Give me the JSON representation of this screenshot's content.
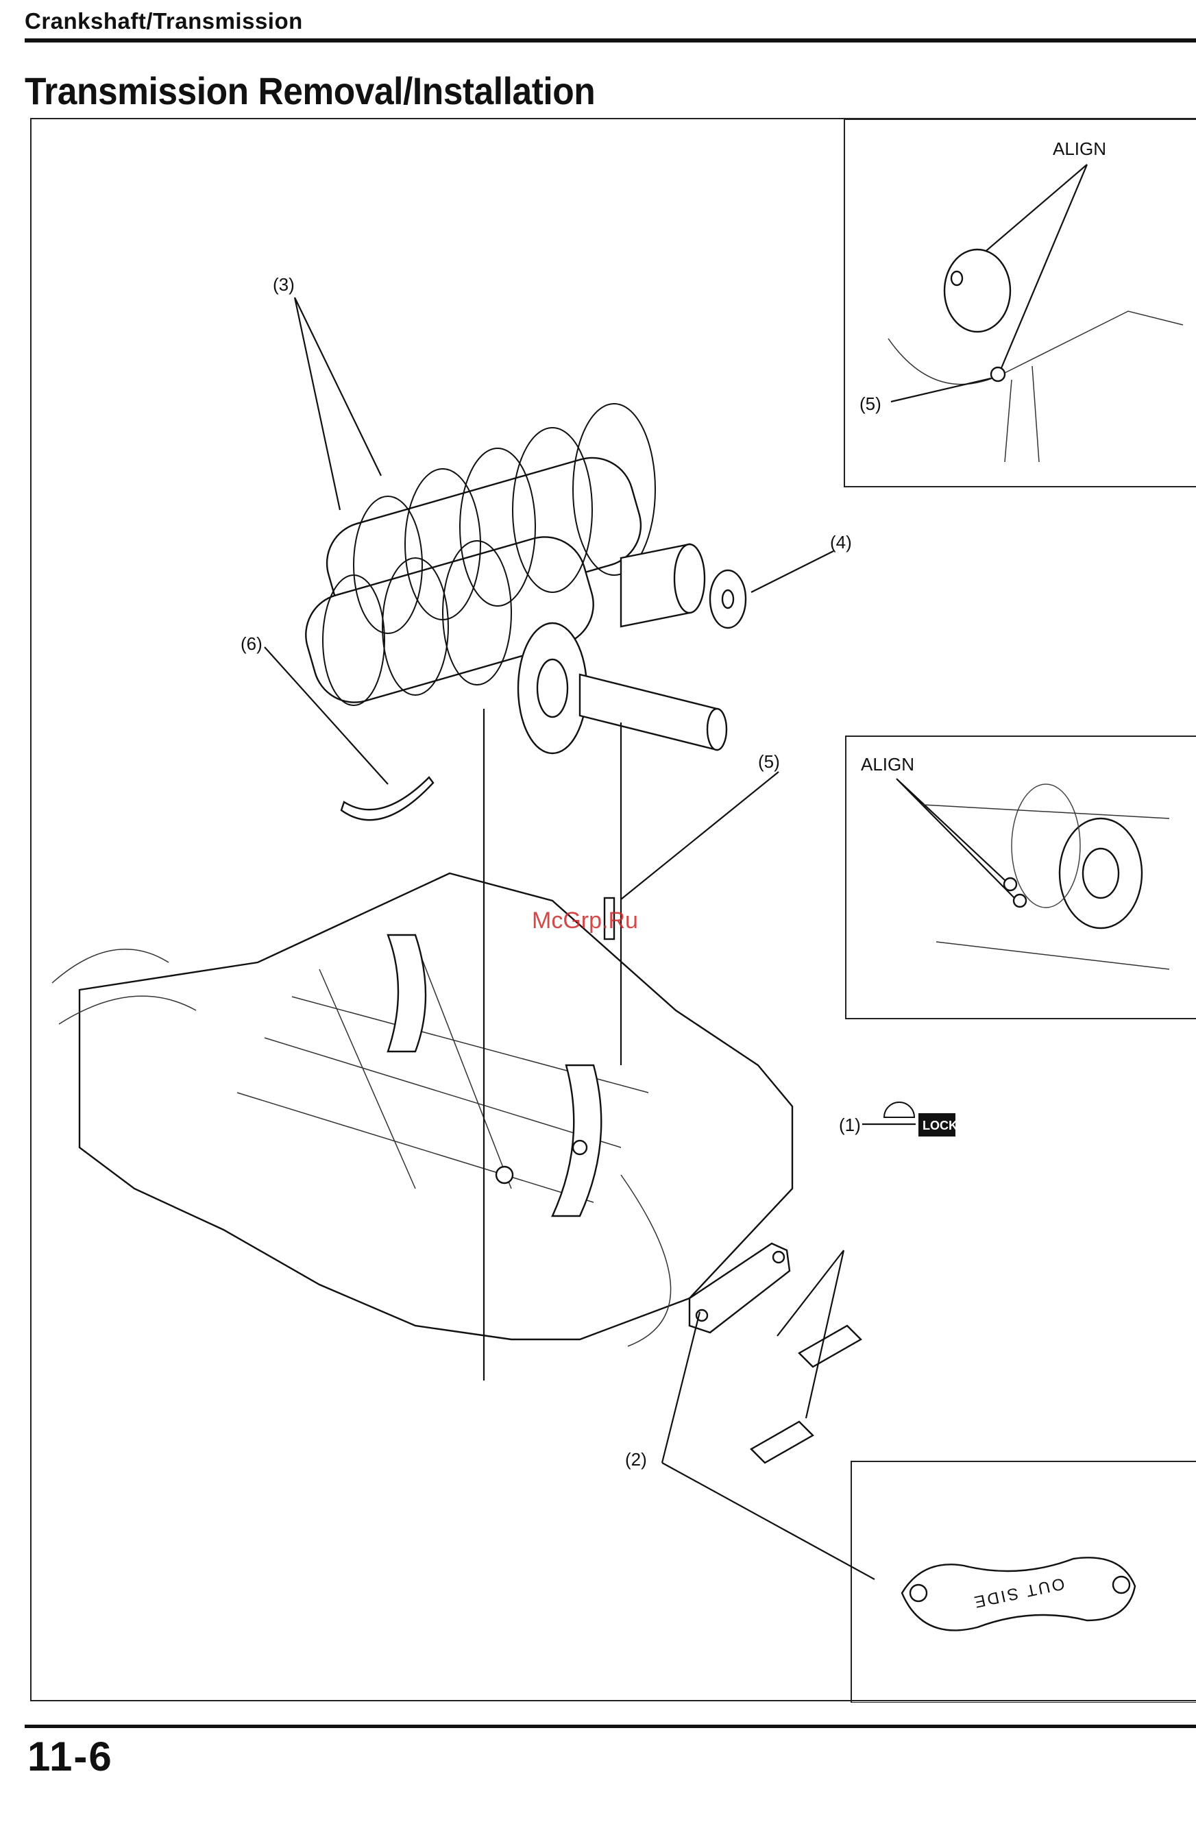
{
  "header": {
    "section": "Crankshaft/Transmission"
  },
  "title": "Transmission Removal/Installation",
  "figure": {
    "callouts": {
      "c1": "(1)",
      "c2": "(2)",
      "c3": "(3)",
      "c4": "(4)",
      "c5_main": "(5)",
      "c5_inset": "(5)",
      "c6": "(6)"
    },
    "lock_badge": "LOCK",
    "inset_top_label": "ALIGN",
    "inset_mid_label": "ALIGN",
    "inset_bottom_plate_text": "OUT SIDE",
    "watermark": "McGrp.Ru"
  },
  "footer": {
    "page_number": "11-6"
  }
}
